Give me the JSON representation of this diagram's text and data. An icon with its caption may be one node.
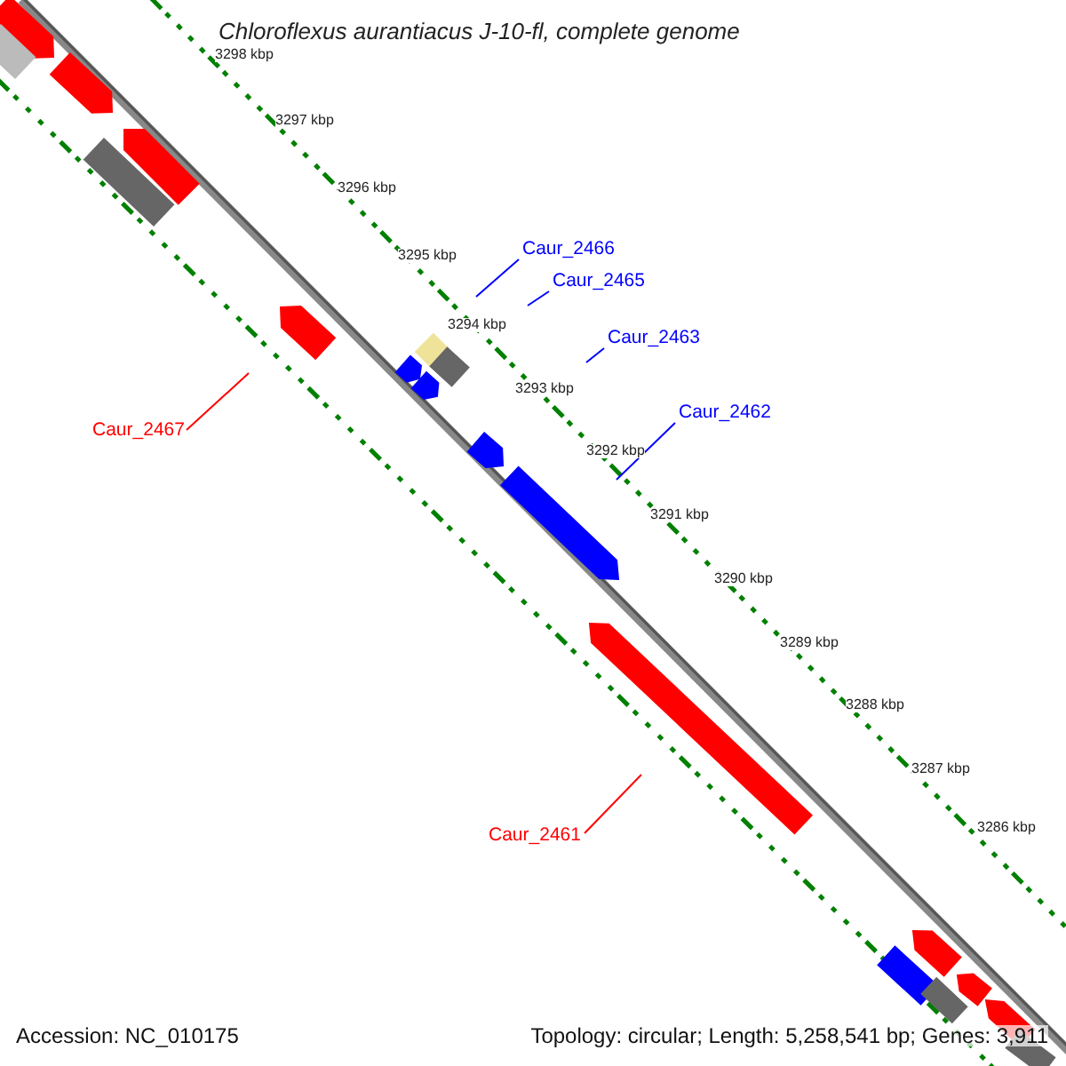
{
  "diagram": {
    "title": "Chloroflexus aurantiacus J-10-fl, complete genome",
    "nodes": [
      {
        "text": [
          "Caur_2466"
        ]
      },
      {
        "text": [
          "Caur_2465"
        ]
      },
      {
        "text": [
          "Caur_2463"
        ]
      },
      {
        "text": [
          "Caur_2462"
        ]
      },
      {
        "text": [
          "Caur_2467"
        ]
      },
      {
        "text": [
          "Caur_2461"
        ]
      }
    ],
    "edges": [
      {
        "from": 0,
        "to": null,
        "arrow": "none"
      },
      {
        "from": 1,
        "to": null,
        "arrow": "none"
      },
      {
        "from": 2,
        "to": null,
        "arrow": "none"
      },
      {
        "from": 3,
        "to": null,
        "arrow": "none"
      },
      {
        "from": 4,
        "to": null,
        "arrow": "none",
        "color": "#ff0000"
      },
      {
        "from": 5,
        "to": null,
        "arrow": "none",
        "color": "#ff0000"
      }
    ],
    "labels": [
      "3298 kbp",
      "3297 kbp",
      "3296 kbp",
      "3295 kbp",
      "3294 kbp",
      "3293 kbp",
      "3292 kbp",
      "3291 kbp",
      "3290 kbp",
      "3289 kbp",
      "3288 kbp",
      "3287 kbp",
      "3286 kbp",
      "Accession: NC_010175",
      "Topology: circular; Length: 5,258,541 bp; Genes: 3,911"
    ]
  }
}
